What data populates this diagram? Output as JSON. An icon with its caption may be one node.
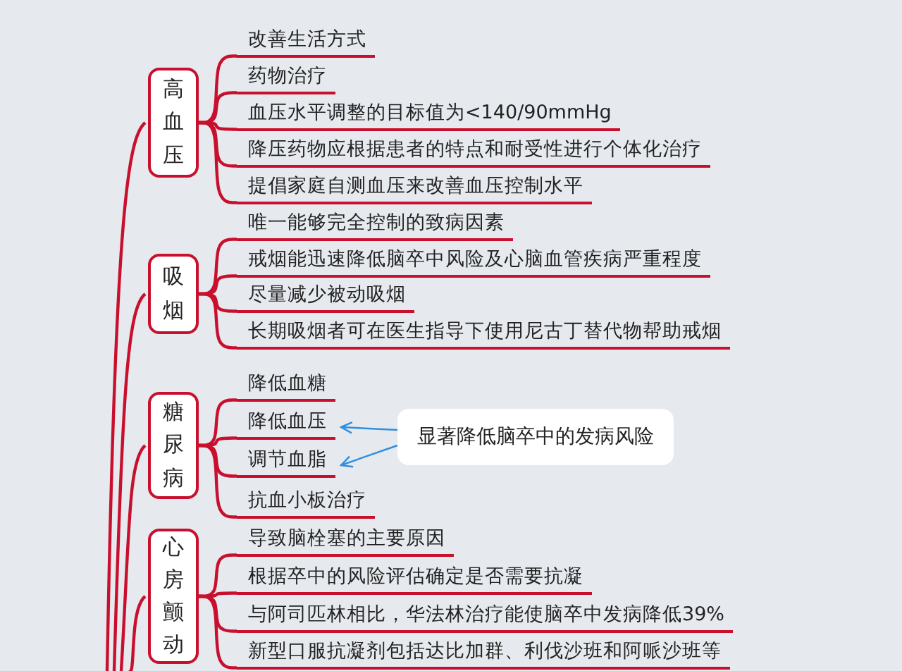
{
  "diagram": {
    "nodes": [
      {
        "text": [
          "高血压"
        ]
      },
      {
        "text": [
          "改善生活方式"
        ]
      },
      {
        "text": [
          "药物治疗"
        ]
      },
      {
        "text": [
          "血压水平调整的目标值为<140/90mmHg"
        ]
      },
      {
        "text": [
          "降压药物应根据患者的特点和耐受性进行个体化治疗"
        ]
      },
      {
        "text": [
          "提倡家庭自测血压来改善血压控制水平"
        ]
      },
      {
        "text": [
          "吸烟"
        ]
      },
      {
        "text": [
          "唯一能够完全控制的致病因素"
        ]
      },
      {
        "text": [
          "戒烟能迅速降低脑卒中风险及心脑血管疾病严重程度"
        ]
      },
      {
        "text": [
          "尽量减少被动吸烟"
        ]
      },
      {
        "text": [
          "长期吸烟者可在医生指导下使用尼古丁替代物帮助戒烟"
        ]
      },
      {
        "text": [
          "糖尿病"
        ]
      },
      {
        "text": [
          "降低血糖"
        ]
      },
      {
        "text": [
          "降低血压"
        ]
      },
      {
        "text": [
          "调节血脂"
        ]
      },
      {
        "text": [
          "抗血小板治疗"
        ]
      },
      {
        "text": [
          "心房颤动"
        ]
      },
      {
        "text": [
          "导致脑栓塞的主要原因"
        ]
      },
      {
        "text": [
          "根据卒中的风险评估确定是否需要抗凝"
        ]
      },
      {
        "text": [
          "与阿司匹林相比，华法林治疗能使脑卒中发病降低39%"
        ]
      },
      {
        "text": [
          "新型口服抗凝剂包括达比加群、利伐沙班和阿哌沙班等"
        ]
      },
      {
        "text": [
          "显著降低脑卒中的发病风险"
        ]
      }
    ],
    "edges": [
      {
        "from": null,
        "to": 0,
        "arrow": "none"
      },
      {
        "from": null,
        "to": 6,
        "arrow": "none"
      },
      {
        "from": null,
        "to": 11,
        "arrow": "none"
      },
      {
        "from": null,
        "to": 16,
        "arrow": "none"
      },
      {
        "from": 0,
        "to": 1,
        "arrow": "none"
      },
      {
        "from": 0,
        "to": 2,
        "arrow": "none"
      },
      {
        "from": 0,
        "to": 3,
        "arrow": "none"
      },
      {
        "from": 0,
        "to": 4,
        "arrow": "none"
      },
      {
        "from": 0,
        "to": 5,
        "arrow": "none"
      },
      {
        "from": 6,
        "to": 7,
        "arrow": "none"
      },
      {
        "from": 6,
        "to": 8,
        "arrow": "none"
      },
      {
        "from": 6,
        "to": 9,
        "arrow": "none"
      },
      {
        "from": 6,
        "to": 10,
        "arrow": "none"
      },
      {
        "from": 11,
        "to": 12,
        "arrow": "none"
      },
      {
        "from": 11,
        "to": 13,
        "arrow": "none"
      },
      {
        "from": 11,
        "to": 14,
        "arrow": "none"
      },
      {
        "from": 11,
        "to": 15,
        "arrow": "none"
      },
      {
        "from": 16,
        "to": 17,
        "arrow": "none"
      },
      {
        "from": 16,
        "to": 18,
        "arrow": "none"
      },
      {
        "from": 16,
        "to": 19,
        "arrow": "none"
      },
      {
        "from": 16,
        "to": 20,
        "arrow": "none"
      },
      {
        "from": 21,
        "to": 13,
        "arrow": "to",
        "color": "#2f8fe0"
      },
      {
        "from": 21,
        "to": 14,
        "arrow": "to",
        "color": "#2f8fe0"
      }
    ]
  }
}
